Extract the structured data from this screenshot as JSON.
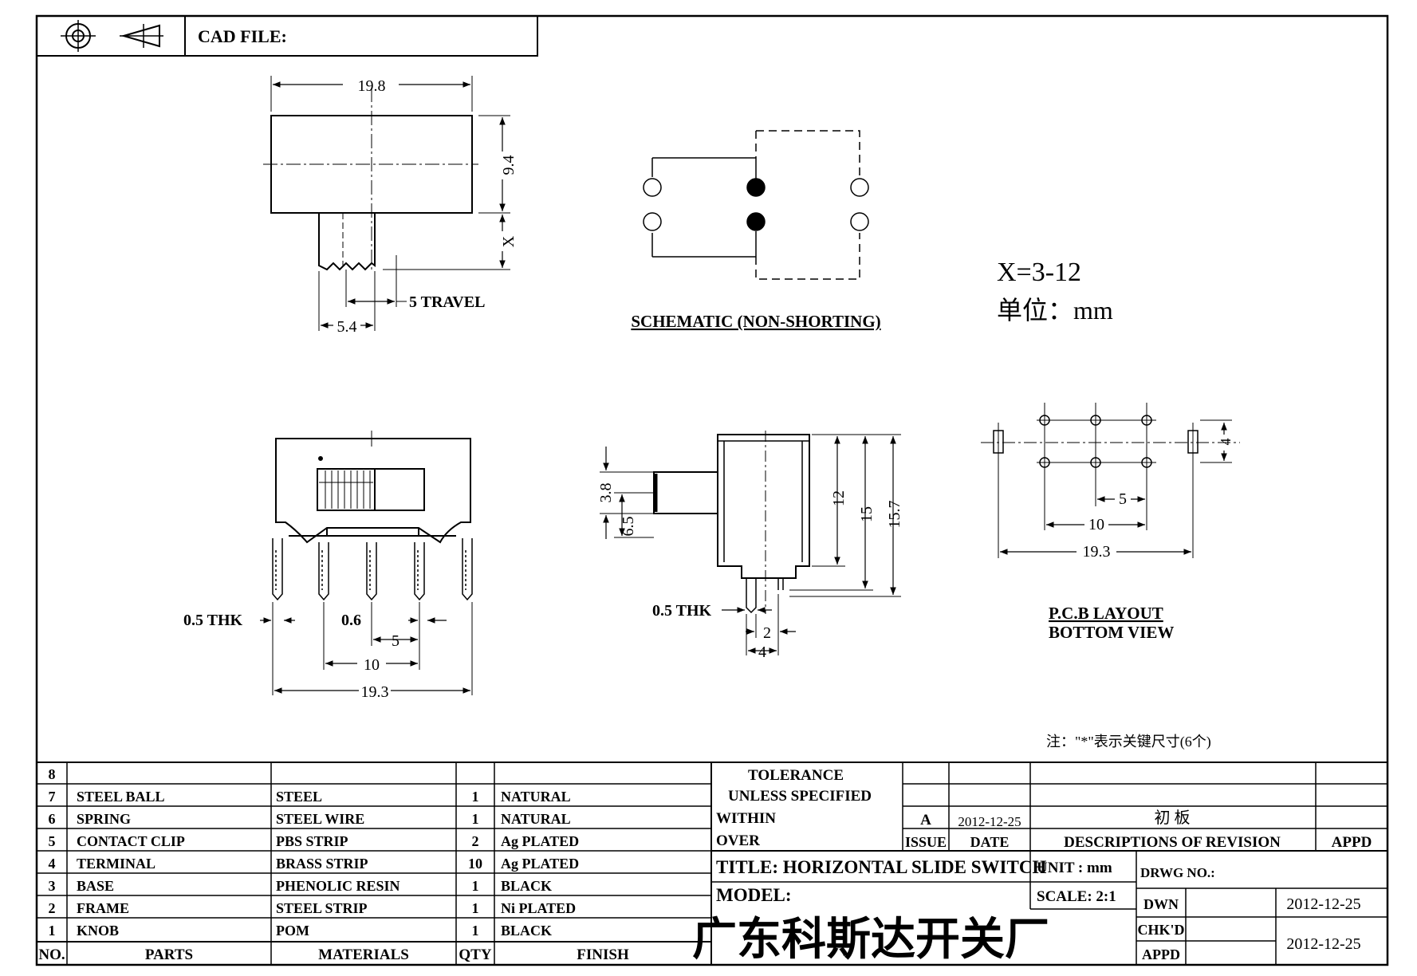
{
  "header": {
    "cad_file_label": "CAD FILE:",
    "projection_icon": "third-angle-projection-icon"
  },
  "top_view": {
    "dim_width": "19.8",
    "dim_height": "9.4",
    "dim_x": "X",
    "dim_knob": "5.4",
    "dim_travel": "5 TRAVEL"
  },
  "schematic": {
    "caption": "SCHEMATIC (NON-SHORTING)"
  },
  "notes": {
    "x_range": "X=3-12",
    "unit_line": "单位：mm",
    "key_note": "注：\"*\"表示关键尺寸(6个)"
  },
  "front_view": {
    "thk": "0.5 THK",
    "dim_pin": "0.6",
    "dim_5": "5",
    "dim_10": "10",
    "dim_total": "19.3"
  },
  "side_view": {
    "dim_38": "3.8",
    "dim_65": "6.5",
    "dim_12": "12",
    "dim_15": "15",
    "dim_157": "15.7",
    "thk": "0.5 THK",
    "dim_2": "2",
    "dim_4": "4"
  },
  "pcb": {
    "dim_4": "4",
    "dim_5": "5",
    "dim_10": "10",
    "dim_193": "19.3",
    "caption_1": "P.C.B LAYOUT",
    "caption_2": "BOTTOM VIEW"
  },
  "bom": {
    "header": {
      "no": "NO.",
      "parts": "PARTS",
      "materials": "MATERIALS",
      "qty": "QTY",
      "finish": "FINISH"
    },
    "rows": [
      {
        "no": "8",
        "part": "",
        "material": "",
        "qty": "",
        "finish": ""
      },
      {
        "no": "7",
        "part": "STEEL BALL",
        "material": "STEEL",
        "qty": "1",
        "finish": "NATURAL"
      },
      {
        "no": "6",
        "part": "SPRING",
        "material": "STEEL WIRE",
        "qty": "1",
        "finish": "NATURAL"
      },
      {
        "no": "5",
        "part": "CONTACT CLIP",
        "material": "PBS STRIP",
        "qty": "2",
        "finish": "Ag PLATED"
      },
      {
        "no": "4",
        "part": "TERMINAL",
        "material": "BRASS STRIP",
        "qty": "10",
        "finish": "Ag PLATED"
      },
      {
        "no": "3",
        "part": "BASE",
        "material": "PHENOLIC RESIN",
        "qty": "1",
        "finish": "BLACK"
      },
      {
        "no": "2",
        "part": "FRAME",
        "material": "STEEL STRIP",
        "qty": "1",
        "finish": "Ni PLATED"
      },
      {
        "no": "1",
        "part": "KNOB",
        "material": "POM",
        "qty": "1",
        "finish": "BLACK"
      }
    ]
  },
  "title_block": {
    "tolerance": "TOLERANCE",
    "unless": "UNLESS    SPECIFIED",
    "within": "WITHIN",
    "over": "OVER",
    "issue_value": "A",
    "date_value": "2012-12-25",
    "revision_desc": "初 板",
    "issue_label": "ISSUE",
    "date_label": "DATE",
    "desc_label": "DESCRIPTIONS OF REVISION",
    "appd_label": "APPD",
    "title": "TITLE:  HORIZONTAL  SLIDE  SWITCH",
    "unit": "UNIT : mm",
    "drwg_no": "DRWG NO.:",
    "model": "MODEL:",
    "scale": "SCALE: 2:1",
    "company": "广东科斯达开关厂",
    "dwn_label": "DWN",
    "dwn_date": "2012-12-25",
    "chkd_label": "CHK'D",
    "chkd_date": "2012-12-25",
    "appd_label2": "APPD"
  }
}
